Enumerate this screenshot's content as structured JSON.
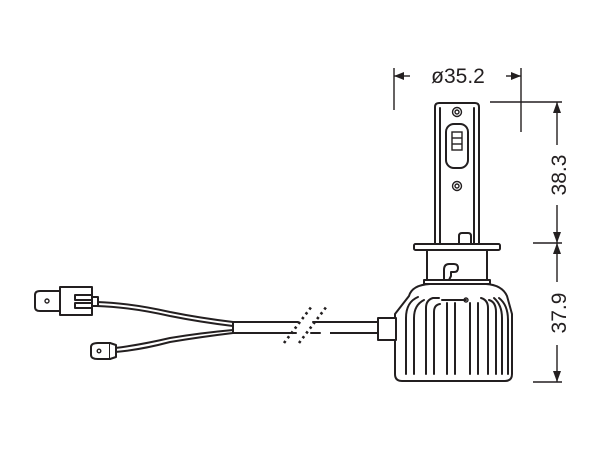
{
  "drawing": {
    "subject": "LED headlight bulb with cable harness",
    "line_color": "#231f20",
    "background": "#ffffff"
  },
  "dimensions": {
    "diameter": {
      "label": "ø35.2",
      "value": 35.2,
      "unit": "mm",
      "orientation": "horizontal"
    },
    "upper_height": {
      "label": "38.3",
      "value": 38.3,
      "unit": "mm",
      "orientation": "vertical"
    },
    "lower_height": {
      "label": "37.9",
      "value": 37.9,
      "unit": "mm",
      "orientation": "vertical"
    }
  },
  "parts": {
    "led_head": "led-chip-column",
    "base": "bulb-base-flange",
    "heatsink": "finned-heatsink",
    "cable": "power-cable-with-break",
    "connector_main": "plug-connector",
    "connector_aux": "spade-terminal"
  }
}
